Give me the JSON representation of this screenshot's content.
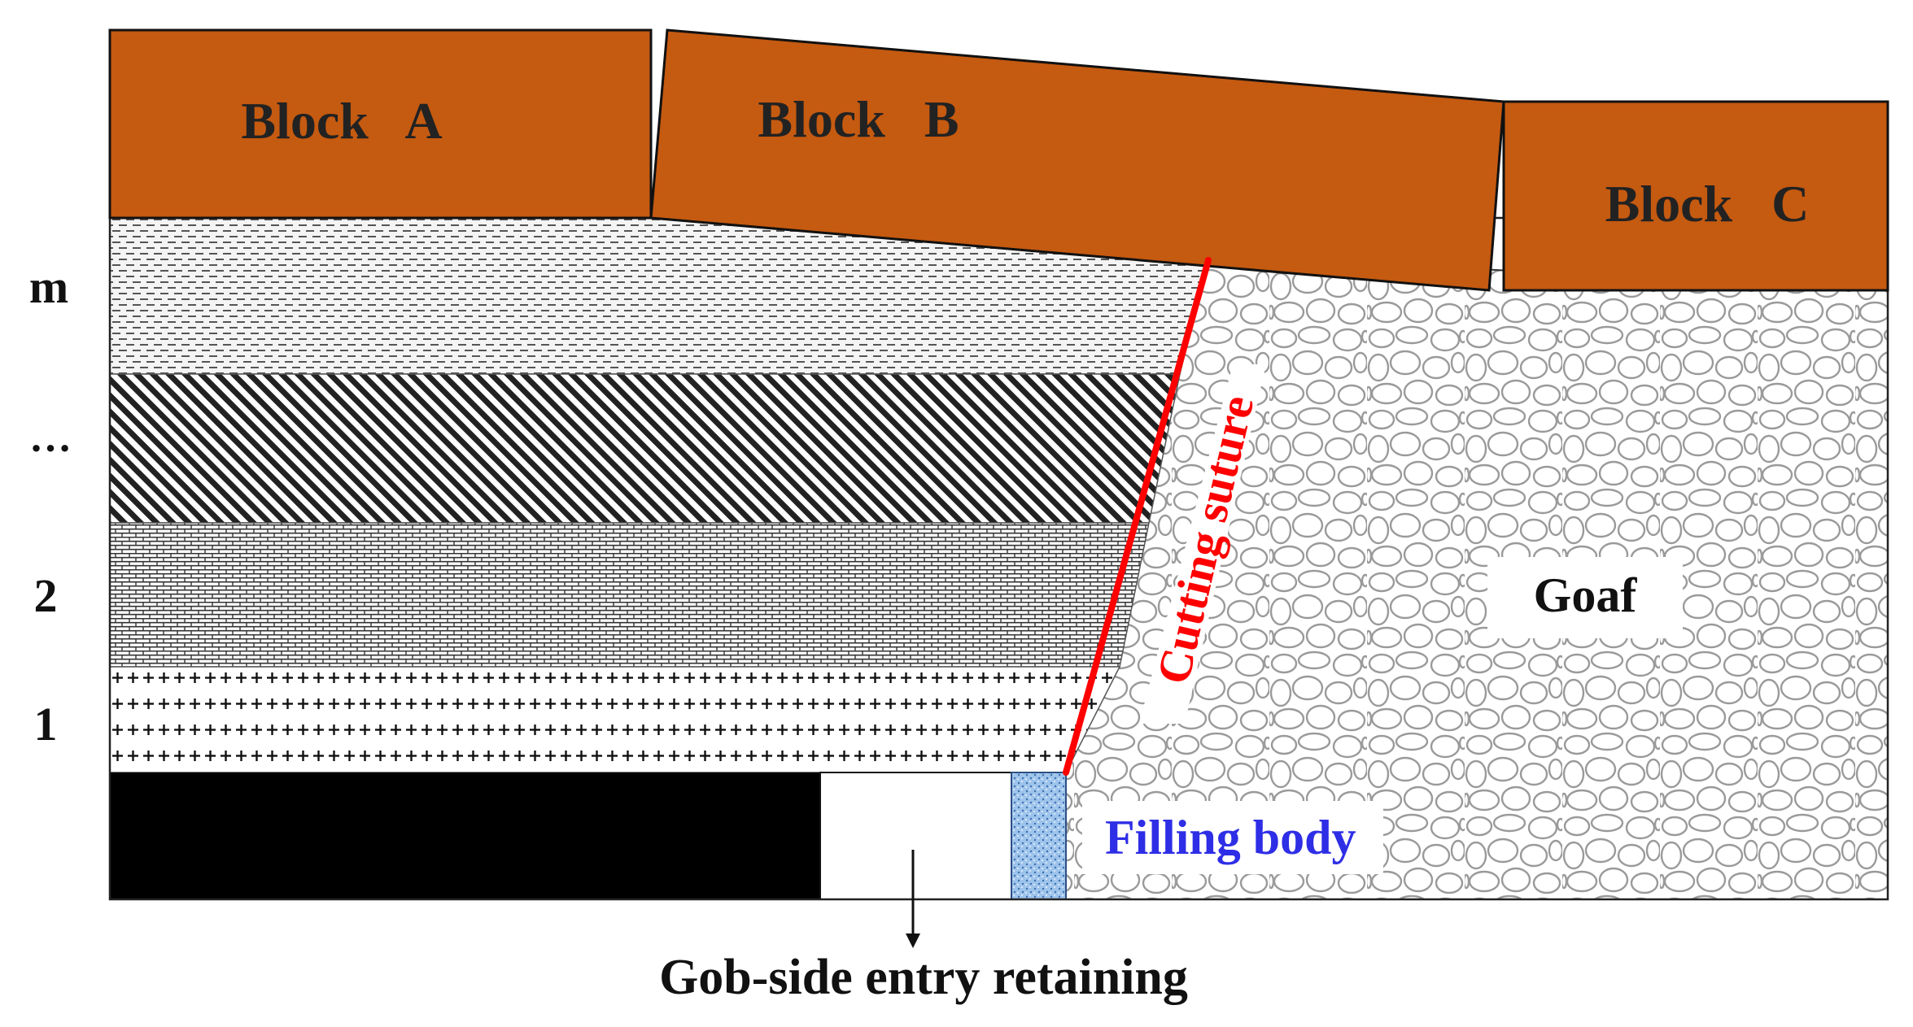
{
  "blocks": [
    {
      "label": "Block   A"
    },
    {
      "label": "Block   B"
    },
    {
      "label": "Block   C"
    }
  ],
  "layer_labels": [
    "m",
    "…",
    "2",
    "1"
  ],
  "crack_label": "Cutting suture",
  "goaf_label": "Goaf",
  "filling_label": "Filling body",
  "roadway_label": "Gob-side entry retaining",
  "colors": {
    "block": "#c55a11",
    "crack": "#ff0000",
    "filling_text": "#2e2ee6",
    "filling_body": "#9fc4ec",
    "coal": "#000000"
  }
}
